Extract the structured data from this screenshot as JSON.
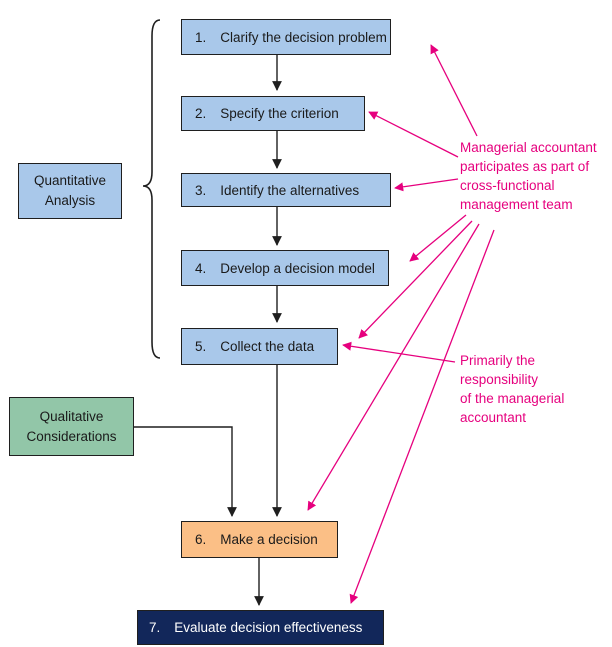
{
  "steps": [
    {
      "num": "1.",
      "label": "Clarify the decision problem"
    },
    {
      "num": "2.",
      "label": "Specify the criterion"
    },
    {
      "num": "3.",
      "label": "Identify the alternatives"
    },
    {
      "num": "4.",
      "label": "Develop a decision model"
    },
    {
      "num": "5.",
      "label": "Collect the data"
    },
    {
      "num": "6.",
      "label": "Make a decision"
    },
    {
      "num": "7.",
      "label": "Evaluate decision effectiveness"
    }
  ],
  "quantitative": {
    "line1": "Quantitative",
    "line2": "Analysis"
  },
  "qualitative": {
    "line1": "Qualitative",
    "line2": "Considerations"
  },
  "annotation_team": {
    "line1": "Managerial accountant",
    "line2": "participates as part of",
    "line3": "cross-functional",
    "line4": "management team"
  },
  "annotation_primary": {
    "line1": "Primarily the",
    "line2": "responsibility",
    "line3": "of the managerial",
    "line4": "accountant"
  },
  "colors": {
    "step_fill": "#a9c8ea",
    "qualitative_fill": "#92c6a8",
    "decision_fill": "#fbbf86",
    "evaluate_fill": "#12275a",
    "annotation": "#e6007e",
    "connector": "#1f1f1f"
  }
}
